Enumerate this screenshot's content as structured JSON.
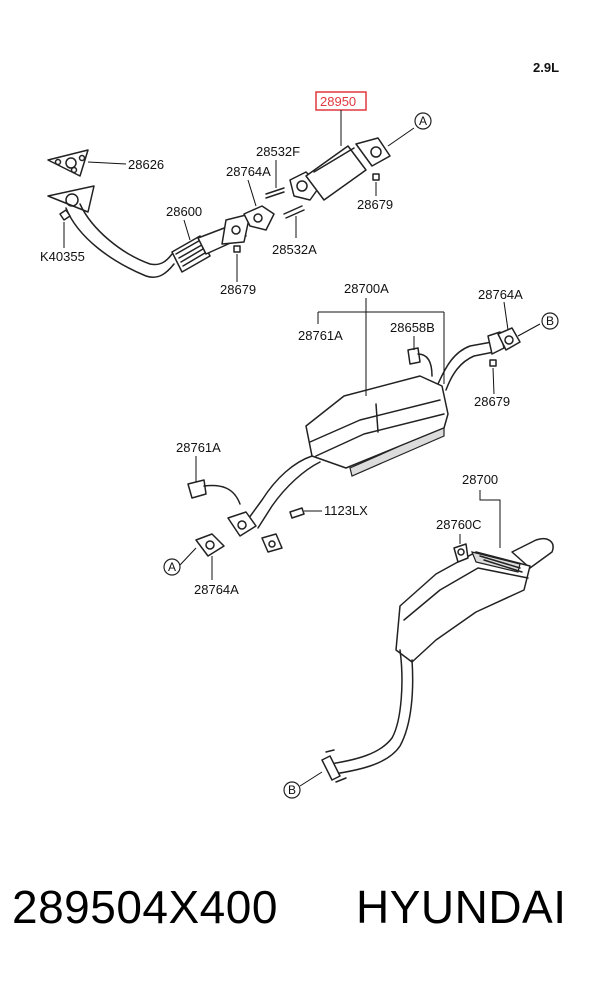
{
  "engine": "2.9L",
  "highlighted_part": "28950",
  "labels": {
    "p28950": "28950",
    "p28626": "28626",
    "p28532F": "28532F",
    "p28764A_top": "28764A",
    "p28600": "28600",
    "p28679_a": "28679",
    "p28679_b": "28679",
    "p28532A": "28532A",
    "pK40355": "K40355",
    "p28700A": "28700A",
    "p28761A_top": "28761A",
    "p28658B": "28658B",
    "p28764A_right": "28764A",
    "p28679_c": "28679",
    "p28761A_left": "28761A",
    "p1123LX": "1123LX",
    "p28764A_bottom": "28764A",
    "p28700": "28700",
    "p28760C": "28760C"
  },
  "connectors": {
    "a_top": "A",
    "b_right": "B",
    "a_left": "A",
    "b_bottom": "B"
  },
  "caption": {
    "part_number": "289504X400",
    "brand": "HYUNDAI"
  }
}
